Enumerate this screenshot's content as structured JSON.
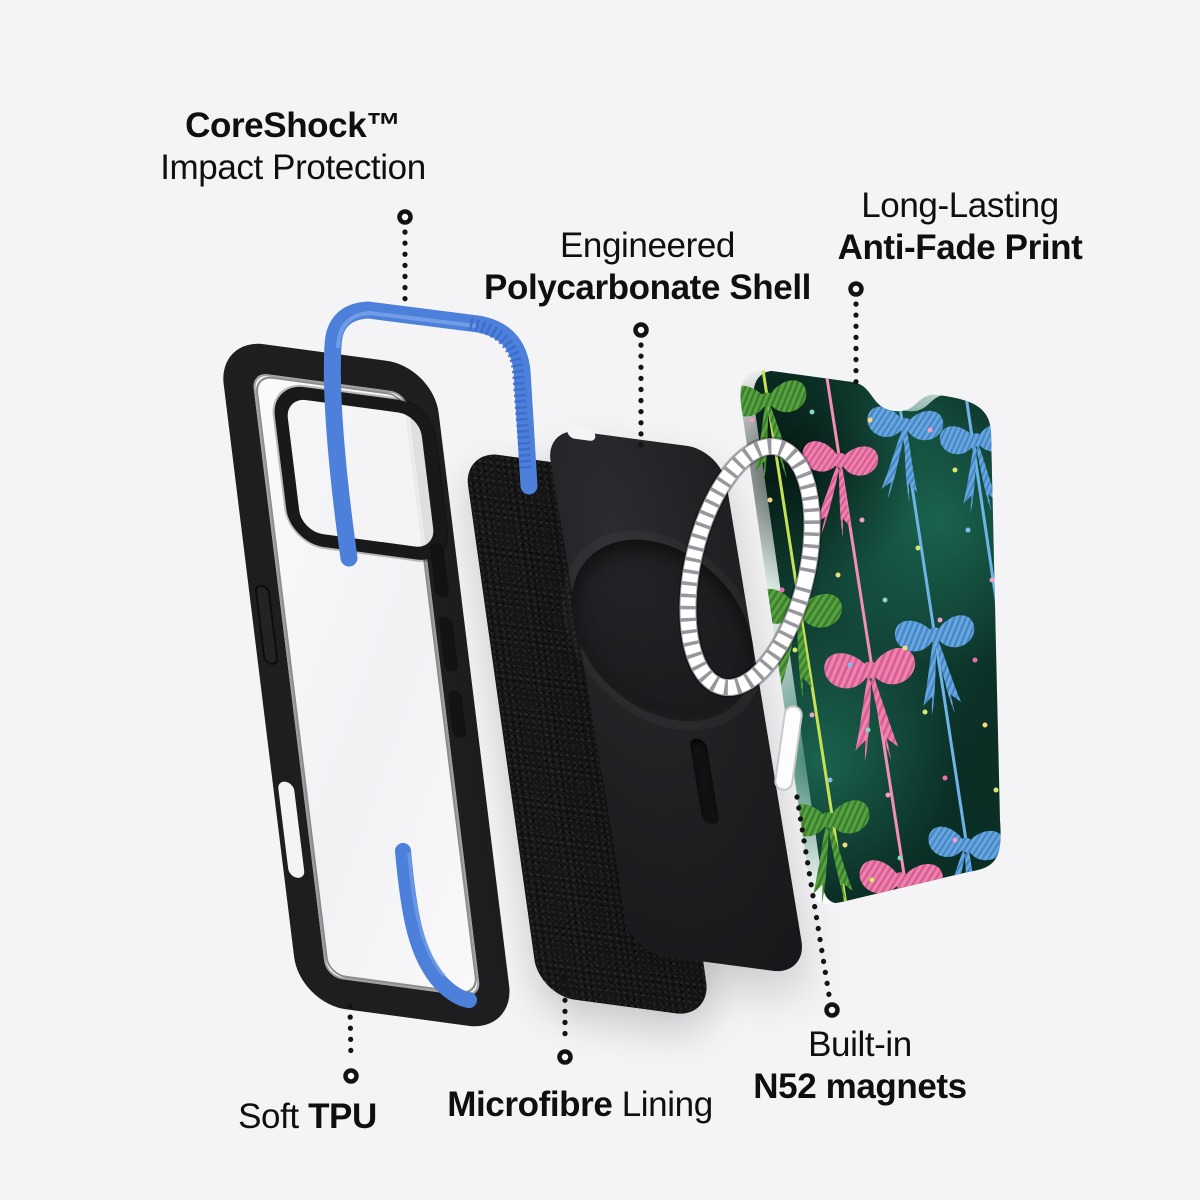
{
  "labels": {
    "coreshock": {
      "line1": "CoreShock™",
      "line2": "Impact Protection"
    },
    "shell": {
      "line1": "Engineered",
      "line2": "Polycarbonate Shell"
    },
    "print": {
      "line1": "Long-Lasting",
      "line2": "Anti-Fade Print"
    },
    "tpu": {
      "pre": "Soft ",
      "bold": "TPU"
    },
    "lining": {
      "bold": "Microfibre",
      "post": " Lining"
    },
    "magnets": {
      "line1": "Built-in",
      "line2": "N52 magnets"
    }
  },
  "colors": {
    "background": "#f4f4f6",
    "text": "#0f0f11",
    "tpu_blue": "#4c80da",
    "tpu_blue_dark": "#3b6bc8",
    "case_black": "#1e1e20",
    "print_background_teal": "#0b2e25",
    "string_green": "#c6e152",
    "string_pink": "#f48fb5",
    "string_blue": "#6fb3e8",
    "bow_green": "#57a341",
    "bow_pink": "#ef82b0",
    "bow_blue": "#66a9e0",
    "magsafe_ring_white": "#ffffff"
  }
}
